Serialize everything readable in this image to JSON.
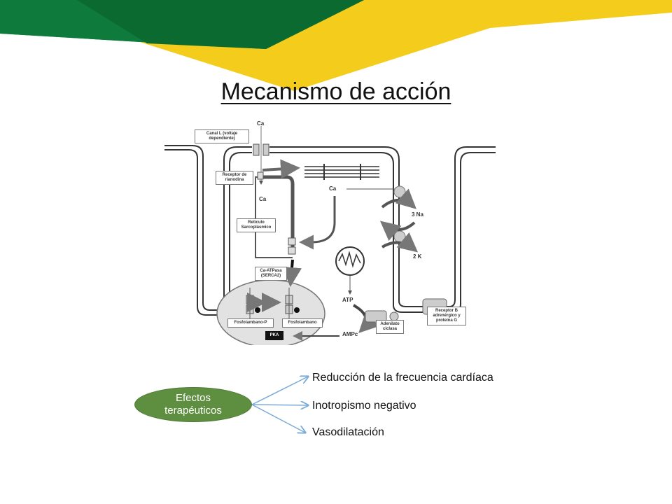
{
  "slide": {
    "title": "Mecanismo de acción",
    "colors": {
      "green": "#0e7a3c",
      "dark_green": "#0a6a30",
      "yellow": "#f4cc1c",
      "teal": "#1f8a5a",
      "ellipse": "#5e8e40"
    }
  },
  "diagram": {
    "labels": {
      "canal_l": "Canal L (voltaje dependiente)",
      "receptor_rianodina": "Receptor de rianodina",
      "reticulo": "Retículo Sarcoplásmico",
      "ca_atpasa": "Ca-ATPasa (SERCA2)",
      "fosfolambano_p": "Fosfolambano-P",
      "fosfolambano": "Fosfolambano",
      "pka": "PKA",
      "adenilato": "Adenilato ciclasa",
      "receptor_b": "Receptor B adrenérgico y proteína G"
    },
    "ions": {
      "ca_top": "Ca",
      "ca_mid": "Ca",
      "ca_right": "Ca",
      "na": "3 Na",
      "k": "2 K",
      "atp": "ATP",
      "ampc": "AMPc"
    }
  },
  "effects": {
    "center_label_1": "Efectos",
    "center_label_2": "terapéuticos",
    "items": [
      "Reducción de la frecuencia cardíaca",
      "Inotropismo negativo",
      "Vasodilatación"
    ]
  }
}
